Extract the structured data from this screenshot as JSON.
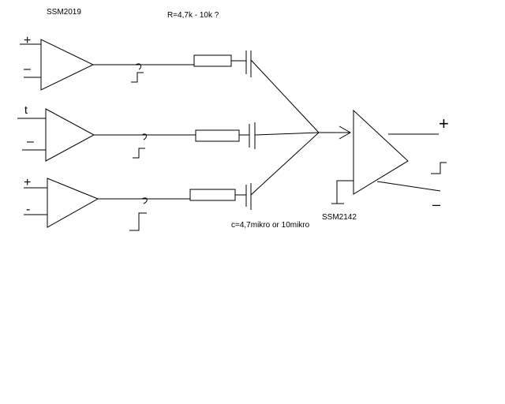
{
  "labels": {
    "input_amp": "SSM2019",
    "resistor": "R=4,7k - 10k ?",
    "capacitor": "c=4,7mikro or 10mikro",
    "output_amp": "SSM2142"
  },
  "signs": {
    "ch1_plus": "+",
    "ch1_minus": "–",
    "ch2_plus": "t",
    "ch2_minus": "–",
    "ch3_plus": "+",
    "ch3_minus": "-",
    "out_plus": "+",
    "out_minus": "–"
  }
}
